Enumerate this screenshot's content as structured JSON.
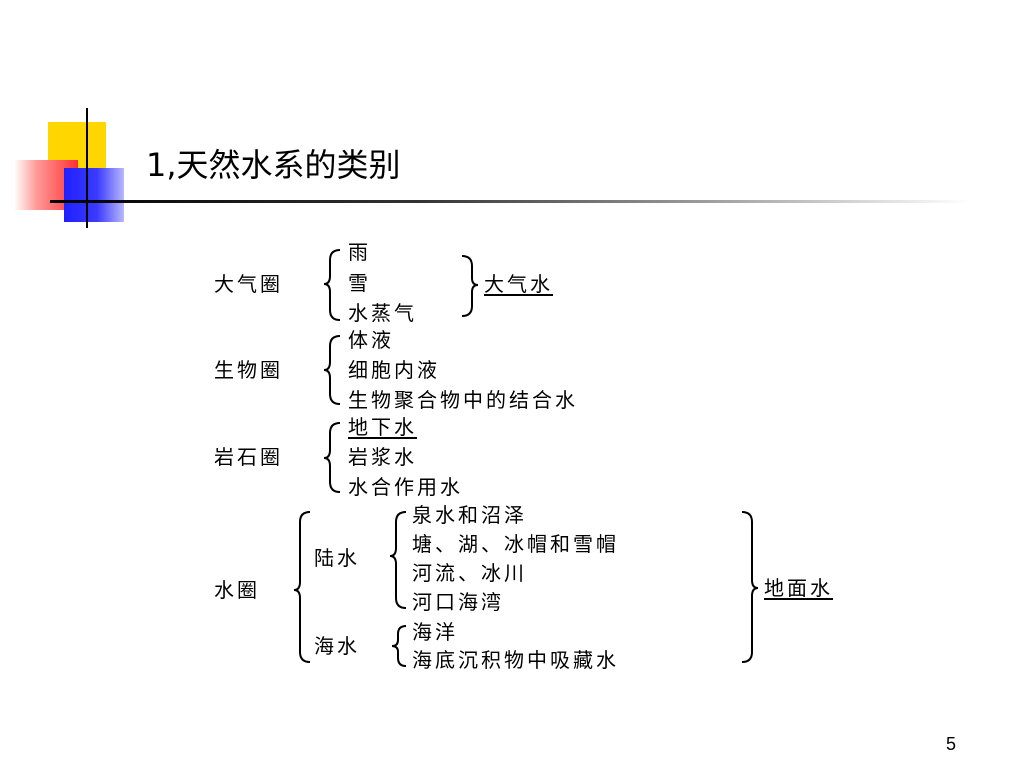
{
  "slide": {
    "title": "1,天然水系的类别",
    "page_number": "5"
  },
  "diagram": {
    "atmosphere": {
      "label": "大气圈",
      "items": [
        "雨",
        "雪",
        "水蒸气"
      ],
      "result": "大气水"
    },
    "biosphere": {
      "label": "生物圈",
      "items": [
        "体液",
        "细胞内液",
        "生物聚合物中的结合水"
      ]
    },
    "lithosphere": {
      "label": "岩石圈",
      "items": [
        "地下水",
        "岩浆水",
        "水合作用水"
      ]
    },
    "hydrosphere": {
      "label": "水圈",
      "land": {
        "label": "陆水",
        "items": [
          "泉水和沼泽",
          "塘、湖、冰帽和雪帽",
          "河流、冰川",
          "河口海湾"
        ]
      },
      "sea": {
        "label": "海水",
        "items": [
          "海洋",
          "海底沉积物中吸藏水"
        ]
      },
      "result": "地面水"
    }
  }
}
